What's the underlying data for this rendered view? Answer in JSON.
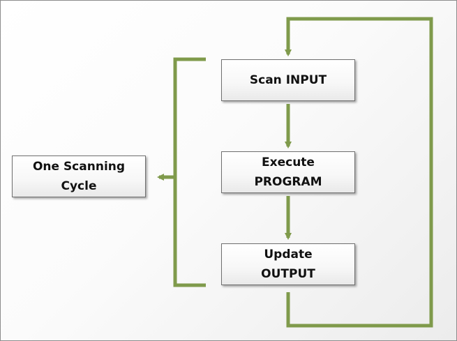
{
  "colors": {
    "connector": "#7f9a4b",
    "node_border": "#6f6f6f",
    "text": "#111111"
  },
  "nodes": {
    "scan_input": {
      "line1": "Scan INPUT",
      "line2": ""
    },
    "execute_program": {
      "line1": "Execute",
      "line2": "PROGRAM"
    },
    "update_output": {
      "line1": "Update",
      "line2": "OUTPUT"
    },
    "scanning_cycle": {
      "line1": "One Scanning",
      "line2": "Cycle"
    }
  },
  "edges": [
    {
      "from": "scan_input",
      "to": "execute_program"
    },
    {
      "from": "execute_program",
      "to": "update_output"
    },
    {
      "from": "update_output",
      "to": "scan_input",
      "kind": "loop-back"
    },
    {
      "from": "bracket",
      "to": "scanning_cycle",
      "kind": "bracket-pointer"
    }
  ]
}
